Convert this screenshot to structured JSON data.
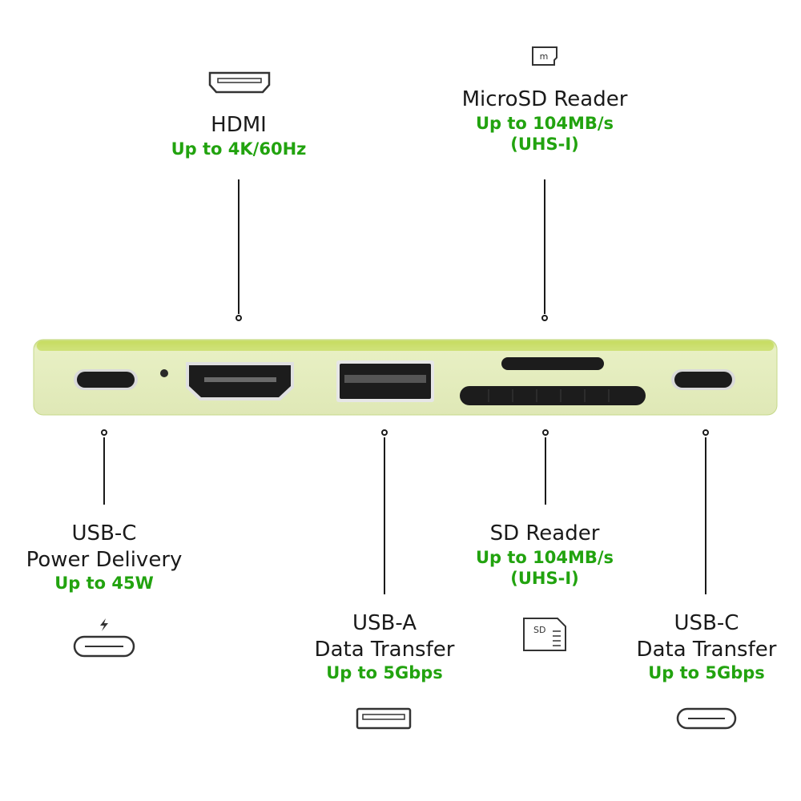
{
  "colors": {
    "spec": "#22a30f",
    "device_body": "#e4edbd",
    "device_edge": "#b9d44a",
    "port": "#1c1c1c"
  },
  "ports": {
    "hdmi": {
      "title": "HDMI",
      "spec": "Up to 4K/60Hz",
      "icon": "hdmi-icon"
    },
    "microsd": {
      "title": "MicroSD Reader",
      "spec1": "Up to 104MB/s",
      "spec2": "(UHS-I)",
      "icon": "microsd-icon",
      "icon_text": "m"
    },
    "usbc_pd": {
      "title1": "USB-C",
      "title2": "Power Delivery",
      "spec": "Up to 45W",
      "icon": "usb-c-power-icon"
    },
    "usba": {
      "title1": "USB-A",
      "title2": "Data Transfer",
      "spec": "Up to 5Gbps",
      "icon": "usb-a-icon"
    },
    "sd": {
      "title": "SD Reader",
      "spec1": "Up to 104MB/s",
      "spec2": "(UHS-I)",
      "icon": "sd-card-icon",
      "icon_text": "SD"
    },
    "usbc_data": {
      "title1": "USB-C",
      "title2": "Data Transfer",
      "spec": "Up to 5Gbps",
      "icon": "usb-c-icon"
    }
  }
}
